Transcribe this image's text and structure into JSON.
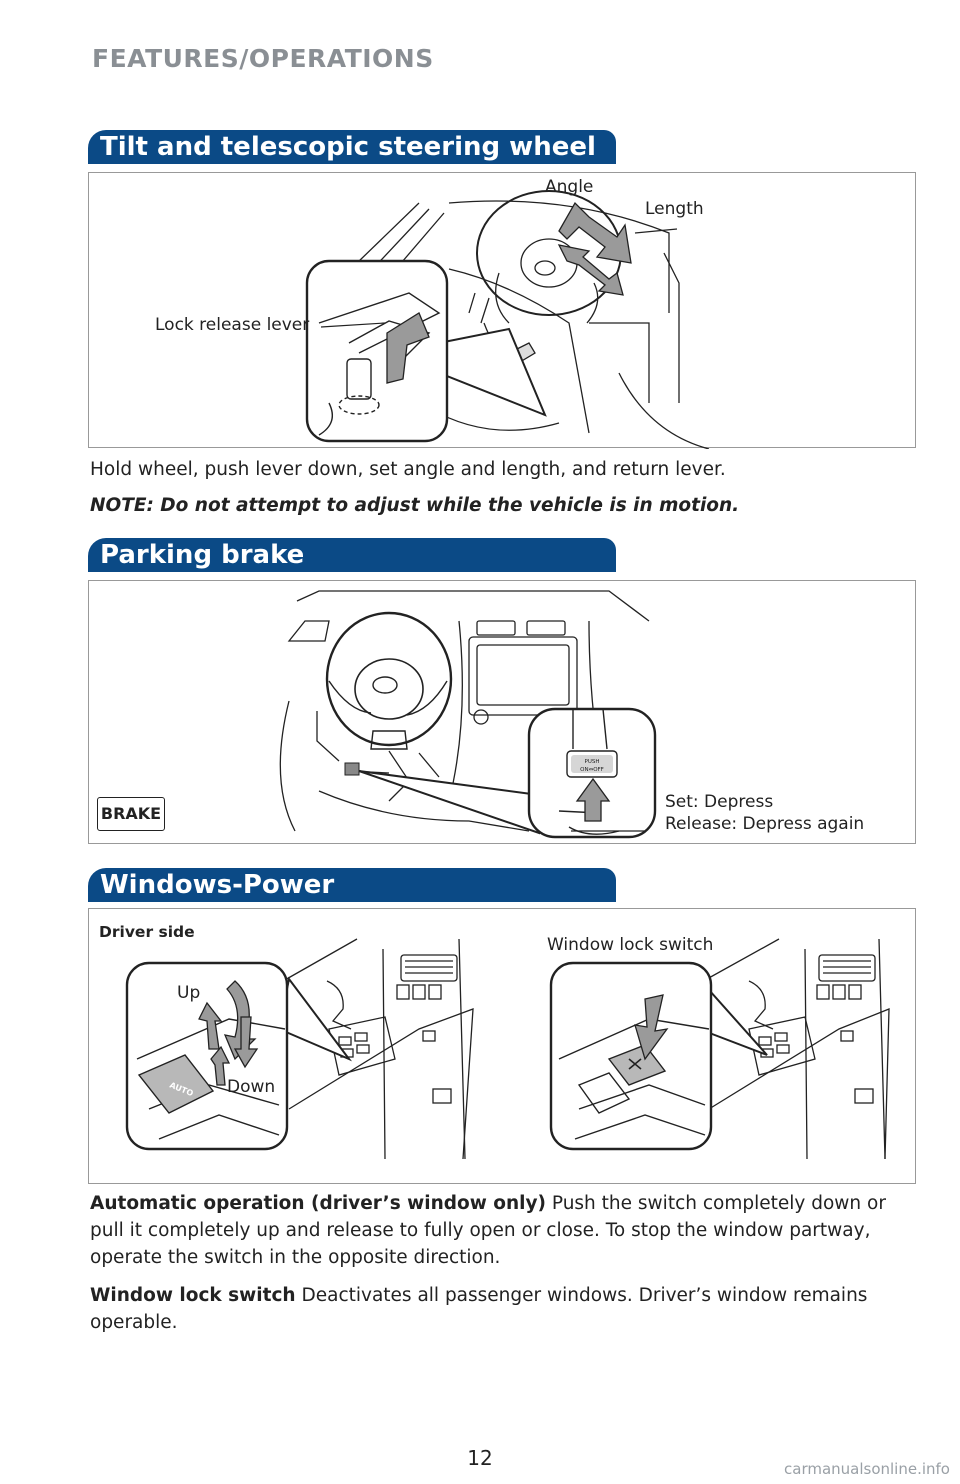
{
  "header": {
    "section": "FEATURES/OPERATIONS"
  },
  "steering": {
    "title": "Tilt and telescopic steering wheel",
    "labels": {
      "angle": "Angle",
      "length": "Length",
      "lever": "Lock release lever"
    },
    "instruction": "Hold wheel, push lever down, set angle and length, and return lever.",
    "note": "NOTE: Do not attempt to adjust while the vehicle is in motion."
  },
  "parking": {
    "title": "Parking brake",
    "badge": "BRAKE",
    "push_label": "PUSH",
    "onoff_label": "ON⇔OFF",
    "set": "Set: Depress",
    "release": "Release: Depress again"
  },
  "windows": {
    "title": "Windows-Power",
    "driver_side": "Driver side",
    "up": "Up",
    "down": "Down",
    "auto": "AUTO",
    "lock_switch_label": "Window lock switch",
    "auto_lead": "Automatic operation (driver’s window only)",
    "auto_text": " Push the switch completely down or pull it completely up and release to fully open or close. To stop the window partway, operate the switch in the opposite direction.",
    "lock_lead": "Window lock switch",
    "lock_text": " Deactivates all passenger windows. Driver’s window remains operable."
  },
  "footer": {
    "page": "12",
    "watermark": "carmanualsonline.info"
  }
}
